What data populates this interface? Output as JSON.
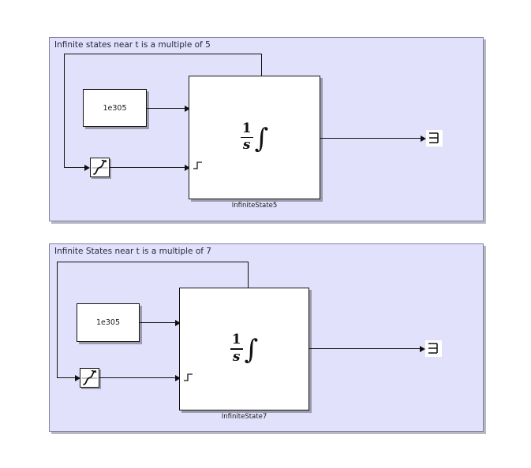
{
  "diagram": {
    "background_color": "#ffffff",
    "panel_color": "#e2e1fb",
    "panel_border_color": "#7f7f9e",
    "wire_color": "#101010",
    "block_fill": "#ffffff",
    "block_border": "#141414"
  },
  "panels": [
    {
      "title": "Infinite states near t is a multiple of 5",
      "constant": {
        "value": "1e305",
        "name": "constant-block"
      },
      "trigger": {
        "icon": "sigmoid-curve-icon",
        "name": "hit-crossing-block"
      },
      "integrator": {
        "numerator": "1",
        "denominator": "s",
        "integral_symbol": "∫",
        "caption": "InfiniteState5",
        "reset_port_icon": "rising-step-icon"
      },
      "terminator": {
        "icon": "terminator-icon"
      }
    },
    {
      "title": "Infinite States near t is a multiple of 7",
      "constant": {
        "value": "1e305",
        "name": "constant-block"
      },
      "trigger": {
        "icon": "sigmoid-curve-icon",
        "name": "hit-crossing-block"
      },
      "integrator": {
        "numerator": "1",
        "denominator": "s",
        "integral_symbol": "∫",
        "caption": "InfiniteState7",
        "reset_port_icon": "rising-step-icon"
      },
      "terminator": {
        "icon": "terminator-icon"
      }
    }
  ]
}
